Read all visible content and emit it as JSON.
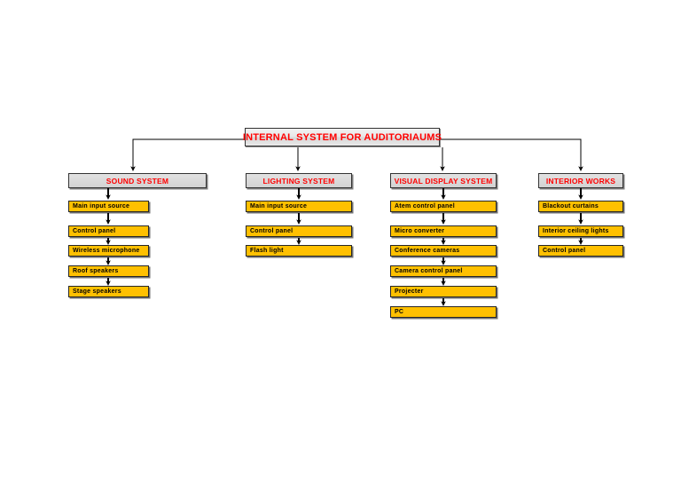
{
  "diagram": {
    "title": "INTERNAL SYSTEM FOR AUDITORIAUMS",
    "colors": {
      "title_text": "#ff0000",
      "category_text": "#ff0000",
      "category_fill": "#dadada",
      "item_fill": "#ffc000",
      "item_text": "#000000",
      "connector": "#000000",
      "background": "#ffffff"
    },
    "branches": [
      {
        "category": "SOUND SYSTEM",
        "items": [
          "Main input source",
          "Control panel",
          "Wireless microphone",
          "Roof speakers",
          "Stage speakers"
        ]
      },
      {
        "category": "LIGHTING SYSTEM",
        "items": [
          "Main input source",
          "Control panel",
          "Flash light"
        ]
      },
      {
        "category": "VISUAL DISPLAY SYSTEM",
        "items": [
          "Atem control panel",
          "Micro converter",
          "Conference cameras",
          "Camera control panel",
          "Projecter",
          "PC"
        ]
      },
      {
        "category": "INTERIOR WORKS",
        "items": [
          "Blackout curtains",
          "Interior ceiling lights",
          "Control panel"
        ]
      }
    ]
  }
}
